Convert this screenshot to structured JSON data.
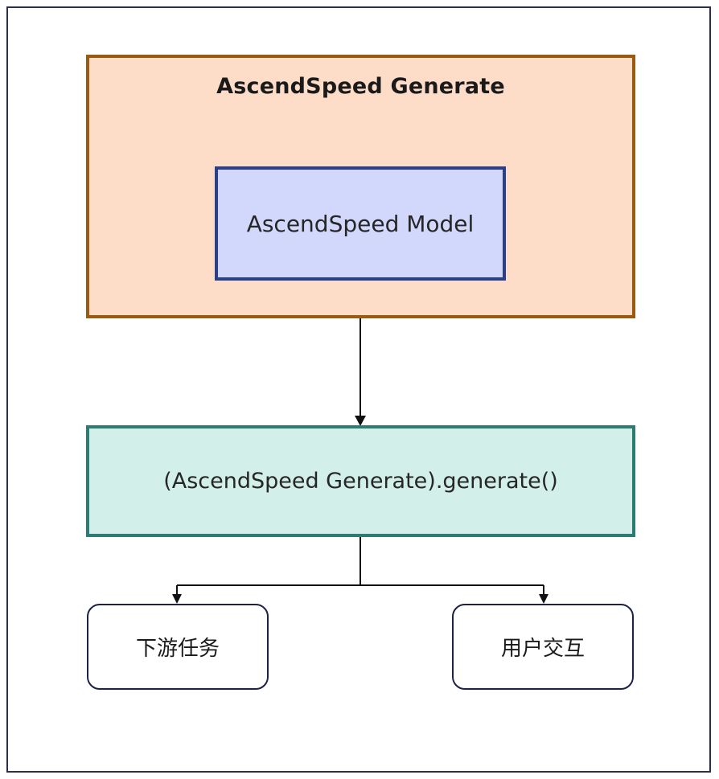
{
  "diagram": {
    "outer_box": {
      "title": "AscendSpeed Generate"
    },
    "model_box": {
      "label": "AscendSpeed Model"
    },
    "generate_box": {
      "label": "(AscendSpeed Generate).generate()"
    },
    "downstream_box": {
      "label": "下游任务"
    },
    "interaction_box": {
      "label": "用户交互"
    }
  },
  "colors": {
    "outer_fill": "#fddcc8",
    "outer_border": "#9a5a12",
    "model_fill": "#d1d8fc",
    "model_border": "#273f8e",
    "generate_fill": "#d2f0e9",
    "generate_border": "#2b7c72",
    "leaf_border": "#1c2244",
    "connector": "#111111"
  }
}
